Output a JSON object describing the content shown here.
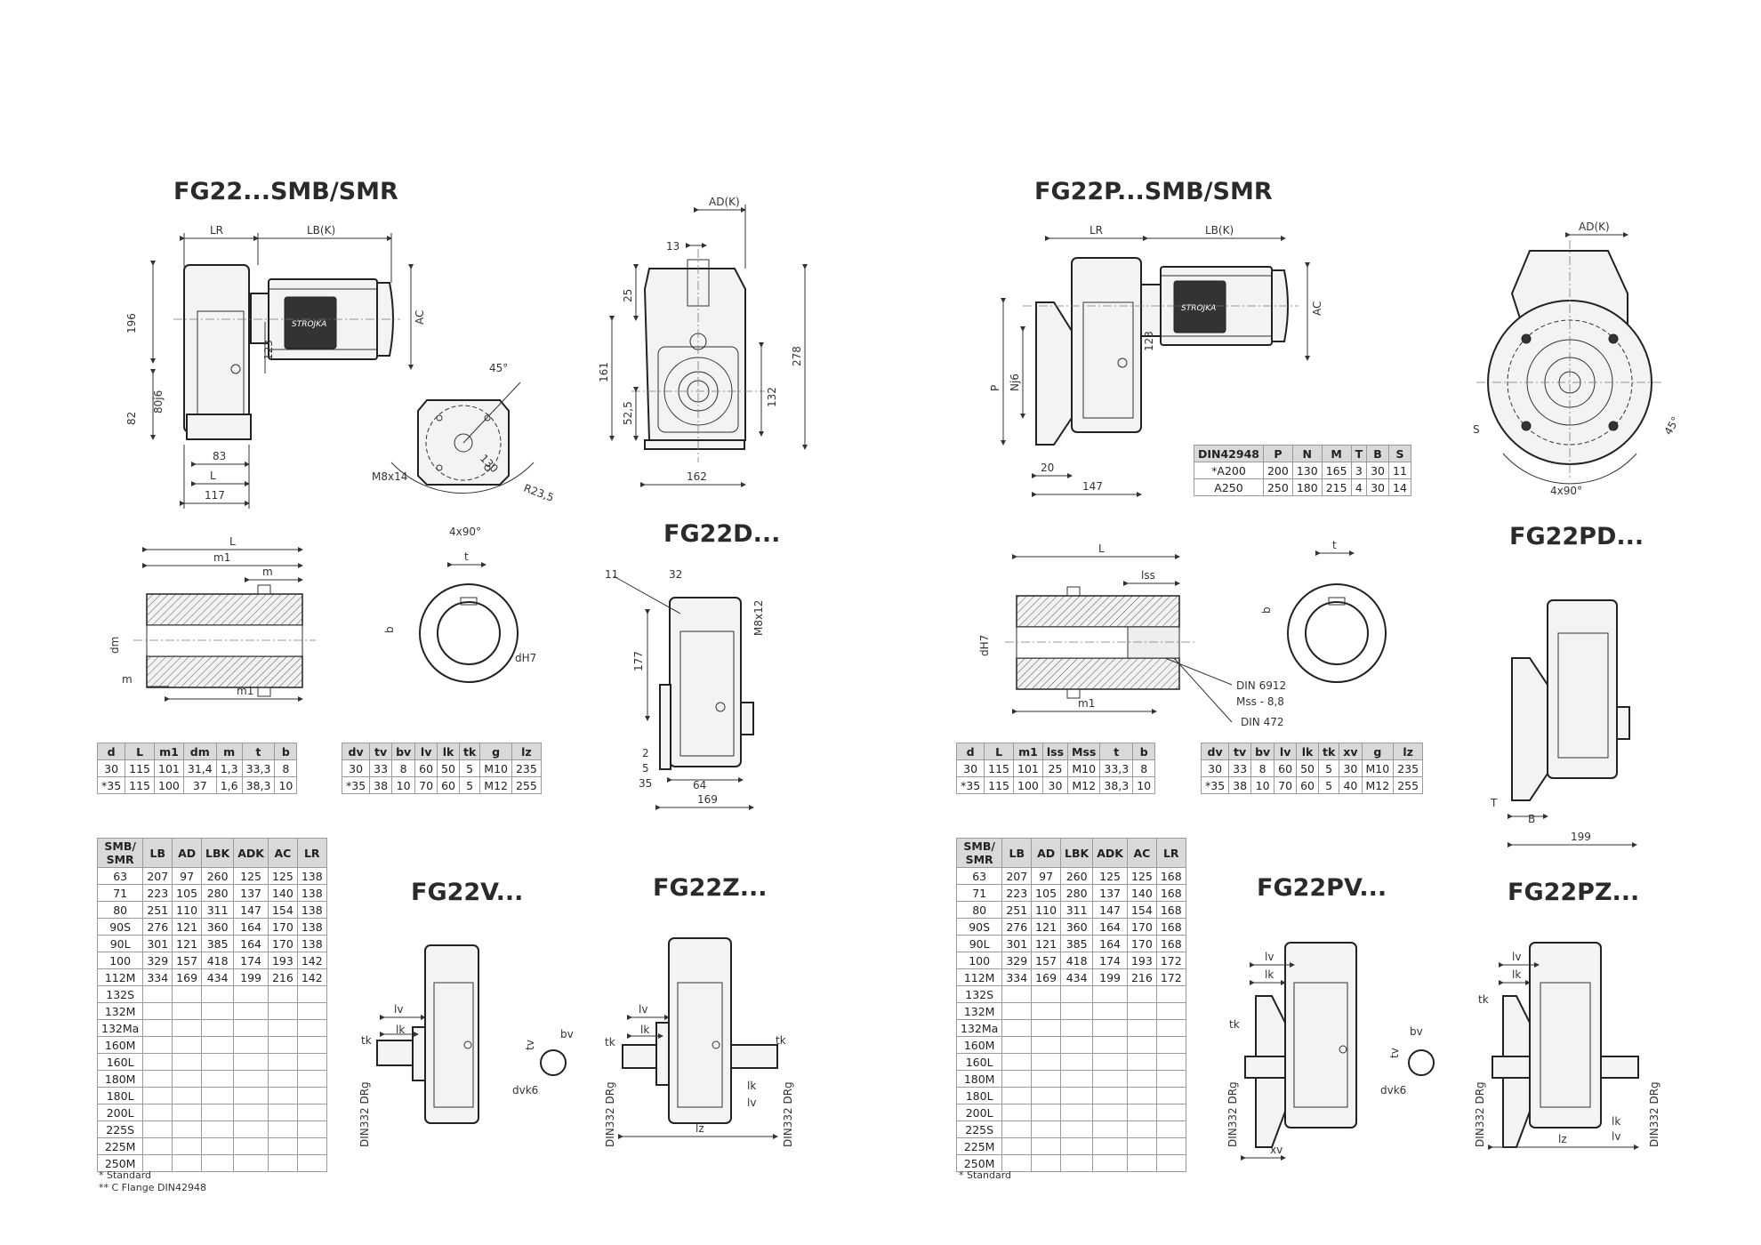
{
  "titles": {
    "left_main": "FG22...SMB/SMR",
    "right_main": "FG22P...SMB/SMR",
    "left_d": "FG22D...",
    "right_d": "FG22PD...",
    "left_v": "FG22V...",
    "left_z": "FG22Z...",
    "right_v": "FG22PV...",
    "right_z": "FG22PZ..."
  },
  "dims": {
    "lr": "LR",
    "lbk": "LB(K)",
    "adk": "AD(K)",
    "ac": "AC",
    "d196": "196",
    "d82": "82",
    "d123": "123",
    "d80j6": "80j6",
    "d83": "83",
    "L": "L",
    "d117": "117",
    "d45": "45°",
    "m8x14": "M8x14",
    "d130": "130",
    "r235": "R23,5",
    "four90": "4x90°",
    "d13": "13",
    "d25": "25",
    "d161": "161",
    "d525": "52,5",
    "d132": "132",
    "d278": "278",
    "d162": "162",
    "P": "P",
    "Nj6": "Nj6",
    "d20": "20",
    "d147": "147",
    "S": "S",
    "m1": "m1",
    "m": "m",
    "dm": "dm",
    "t": "t",
    "b": "b",
    "dH7": "dH7",
    "lss": "lss",
    "din6912": "DIN 6912",
    "mss": "Mss - 8,8",
    "din472": "DIN 472",
    "d11": "11",
    "d32": "32",
    "m8x12": "M8x12",
    "d177": "177",
    "d2": "2",
    "d5": "5",
    "d35": "35",
    "d64": "64",
    "d169": "169",
    "T": "T",
    "B": "B",
    "d199": "199",
    "lv": "lv",
    "lk": "lk",
    "tk": "tk",
    "tv": "tv",
    "bv": "bv",
    "dvk6": "dvk6",
    "lz": "lz",
    "xv": "xv",
    "din332": "DIN332 DRg"
  },
  "tables": {
    "left_d": {
      "headers": [
        "d",
        "L",
        "m1",
        "dm",
        "m",
        "t",
        "b"
      ],
      "rows": [
        [
          "30",
          "115",
          "101",
          "31,4",
          "1,3",
          "33,3",
          "8"
        ],
        [
          "*35",
          "115",
          "100",
          "37",
          "1,6",
          "38,3",
          "10"
        ]
      ]
    },
    "left_v": {
      "headers": [
        "dv",
        "tv",
        "bv",
        "lv",
        "lk",
        "tk",
        "g",
        "lz"
      ],
      "rows": [
        [
          "30",
          "33",
          "8",
          "60",
          "50",
          "5",
          "M10",
          "235"
        ],
        [
          "*35",
          "38",
          "10",
          "70",
          "60",
          "5",
          "M12",
          "255"
        ]
      ]
    },
    "right_d": {
      "headers": [
        "d",
        "L",
        "m1",
        "lss",
        "Mss",
        "t",
        "b"
      ],
      "rows": [
        [
          "30",
          "115",
          "101",
          "25",
          "M10",
          "33,3",
          "8"
        ],
        [
          "*35",
          "115",
          "100",
          "30",
          "M12",
          "38,3",
          "10"
        ]
      ]
    },
    "right_v": {
      "headers": [
        "dv",
        "tv",
        "bv",
        "lv",
        "lk",
        "tk",
        "xv",
        "g",
        "lz"
      ],
      "rows": [
        [
          "30",
          "33",
          "8",
          "60",
          "50",
          "5",
          "30",
          "M10",
          "235"
        ],
        [
          "*35",
          "38",
          "10",
          "70",
          "60",
          "5",
          "40",
          "M12",
          "255"
        ]
      ]
    },
    "flange": {
      "headers": [
        "DIN42948",
        "P",
        "N",
        "M",
        "T",
        "B",
        "S"
      ],
      "rows": [
        [
          "*A200",
          "200",
          "130",
          "165",
          "3",
          "30",
          "11"
        ],
        [
          "A250",
          "250",
          "180",
          "215",
          "4",
          "30",
          "14"
        ]
      ]
    },
    "left_motor": {
      "headers": [
        "SMB/\nSMR",
        "LB",
        "AD",
        "LBK",
        "ADK",
        "AC",
        "LR"
      ],
      "rows": [
        [
          "63",
          "207",
          "97",
          "260",
          "125",
          "125",
          "138"
        ],
        [
          "71",
          "223",
          "105",
          "280",
          "137",
          "140",
          "138"
        ],
        [
          "80",
          "251",
          "110",
          "311",
          "147",
          "154",
          "138"
        ],
        [
          "90S",
          "276",
          "121",
          "360",
          "164",
          "170",
          "138"
        ],
        [
          "90L",
          "301",
          "121",
          "385",
          "164",
          "170",
          "138"
        ],
        [
          "100",
          "329",
          "157",
          "418",
          "174",
          "193",
          "142"
        ],
        [
          "112M",
          "334",
          "169",
          "434",
          "199",
          "216",
          "142"
        ],
        [
          "132S",
          "",
          "",
          "",
          "",
          "",
          ""
        ],
        [
          "132M",
          "",
          "",
          "",
          "",
          "",
          ""
        ],
        [
          "132Ma",
          "",
          "",
          "",
          "",
          "",
          ""
        ],
        [
          "160M",
          "",
          "",
          "",
          "",
          "",
          ""
        ],
        [
          "160L",
          "",
          "",
          "",
          "",
          "",
          ""
        ],
        [
          "180M",
          "",
          "",
          "",
          "",
          "",
          ""
        ],
        [
          "180L",
          "",
          "",
          "",
          "",
          "",
          ""
        ],
        [
          "200L",
          "",
          "",
          "",
          "",
          "",
          ""
        ],
        [
          "225S",
          "",
          "",
          "",
          "",
          "",
          ""
        ],
        [
          "225M",
          "",
          "",
          "",
          "",
          "",
          ""
        ],
        [
          "250M",
          "",
          "",
          "",
          "",
          "",
          ""
        ]
      ]
    },
    "right_motor": {
      "headers": [
        "SMB/\nSMR",
        "LB",
        "AD",
        "LBK",
        "ADK",
        "AC",
        "LR"
      ],
      "rows": [
        [
          "63",
          "207",
          "97",
          "260",
          "125",
          "125",
          "168"
        ],
        [
          "71",
          "223",
          "105",
          "280",
          "137",
          "140",
          "168"
        ],
        [
          "80",
          "251",
          "110",
          "311",
          "147",
          "154",
          "168"
        ],
        [
          "90S",
          "276",
          "121",
          "360",
          "164",
          "170",
          "168"
        ],
        [
          "90L",
          "301",
          "121",
          "385",
          "164",
          "170",
          "168"
        ],
        [
          "100",
          "329",
          "157",
          "418",
          "174",
          "193",
          "172"
        ],
        [
          "112M",
          "334",
          "169",
          "434",
          "199",
          "216",
          "172"
        ],
        [
          "132S",
          "",
          "",
          "",
          "",
          "",
          ""
        ],
        [
          "132M",
          "",
          "",
          "",
          "",
          "",
          ""
        ],
        [
          "132Ma",
          "",
          "",
          "",
          "",
          "",
          ""
        ],
        [
          "160M",
          "",
          "",
          "",
          "",
          "",
          ""
        ],
        [
          "160L",
          "",
          "",
          "",
          "",
          "",
          ""
        ],
        [
          "180M",
          "",
          "",
          "",
          "",
          "",
          ""
        ],
        [
          "180L",
          "",
          "",
          "",
          "",
          "",
          ""
        ],
        [
          "200L",
          "",
          "",
          "",
          "",
          "",
          ""
        ],
        [
          "225S",
          "",
          "",
          "",
          "",
          "",
          ""
        ],
        [
          "225M",
          "",
          "",
          "",
          "",
          "",
          ""
        ],
        [
          "250M",
          "",
          "",
          "",
          "",
          "",
          ""
        ]
      ]
    }
  },
  "notes": {
    "standard": "* Standard",
    "c_flange": "** C Flange DIN42948",
    "standard_right": "* Standard"
  },
  "logo": "STROJKA"
}
